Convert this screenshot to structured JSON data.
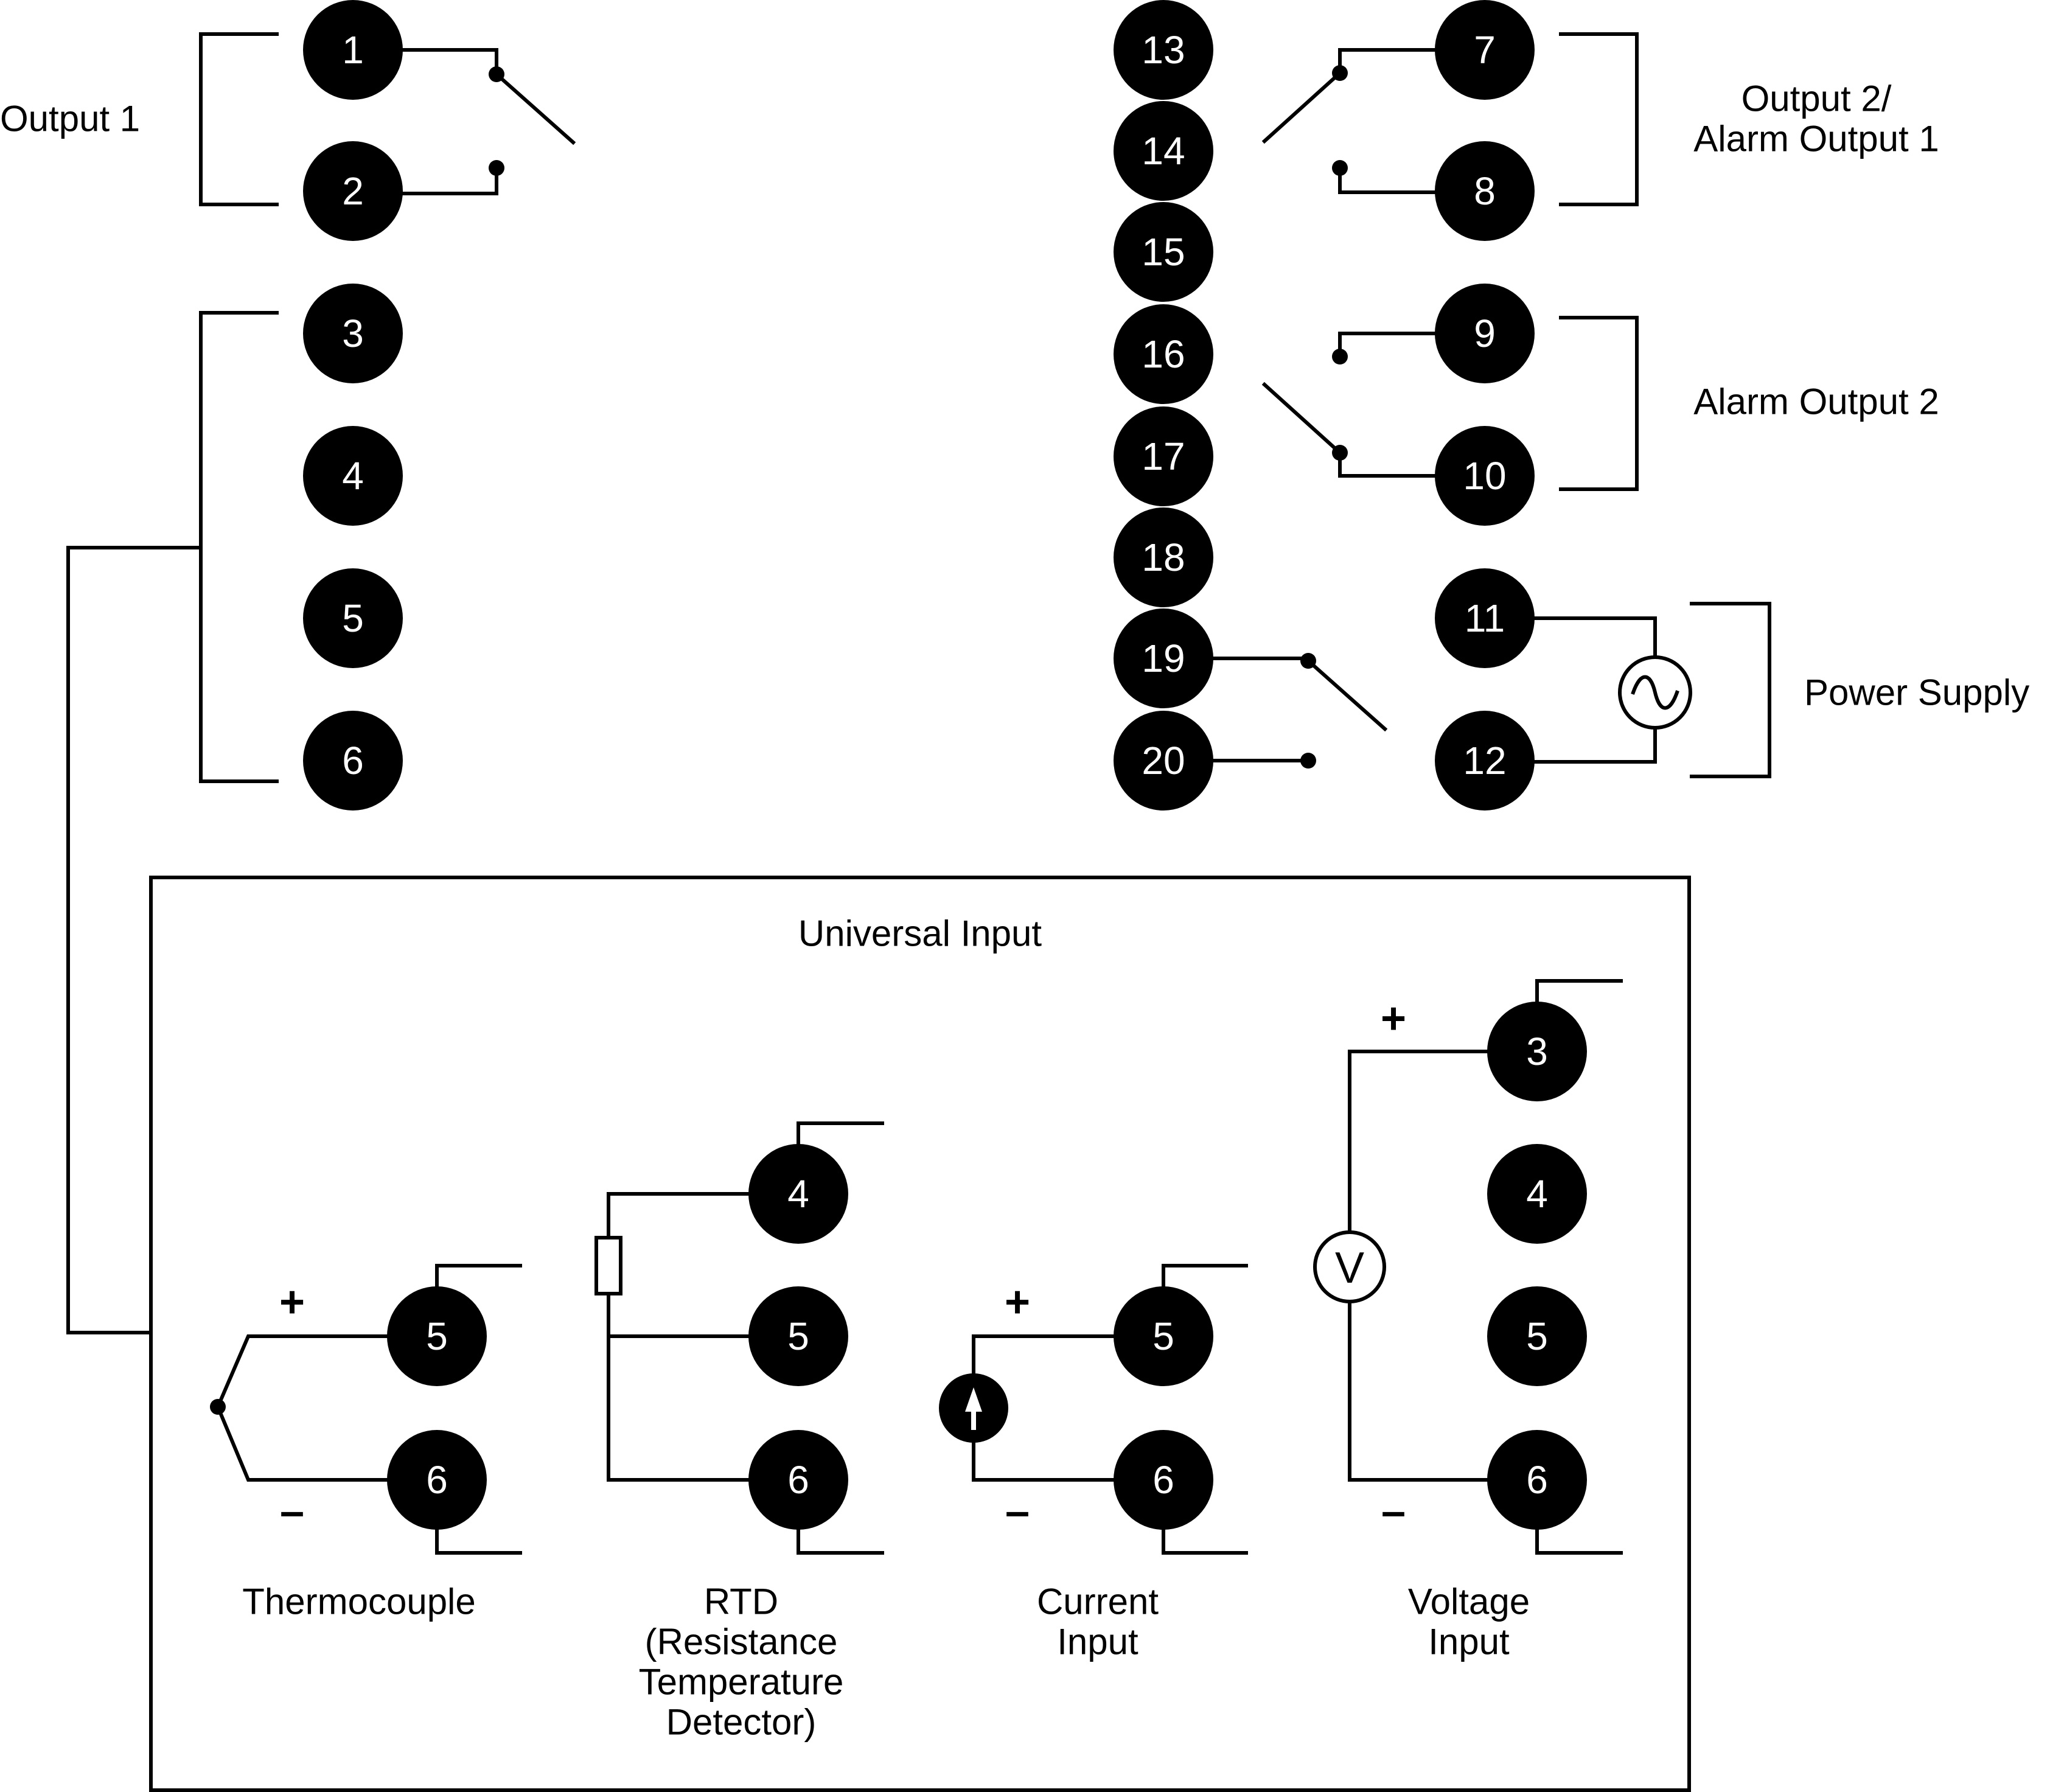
{
  "colors": {
    "ink": "#000000",
    "terminal_fill": "#000000",
    "terminal_text": "#ffffff",
    "background": "#ffffff"
  },
  "labels": {
    "output1": "Output 1",
    "output2_line1": "Output 2/",
    "output2_line2": "Alarm Output 1",
    "alarm2": "Alarm Output 2",
    "power": "Power Supply",
    "universal": "Universal Input",
    "thermocouple": "Thermocouple",
    "rtd_line1": "RTD",
    "rtd_line2": "(Resistance",
    "rtd_line3": "Temperature",
    "rtd_line4": "Detector)",
    "current_line1": "Current",
    "current_line2": "Input",
    "voltage_line1": "Voltage",
    "voltage_line2": "Input",
    "plus": "+",
    "minus": "–",
    "voltmeter": "V"
  },
  "terminals": {
    "t1": "1",
    "t2": "2",
    "t3": "3",
    "t4": "4",
    "t5": "5",
    "t6": "6",
    "t7": "7",
    "t8": "8",
    "t9": "9",
    "t10": "10",
    "t11": "11",
    "t12": "12",
    "t13": "13",
    "t14": "14",
    "t15": "15",
    "t16": "16",
    "t17": "17",
    "t18": "18",
    "t19": "19",
    "t20": "20",
    "tc5": "5",
    "tc6": "6",
    "rtd4": "4",
    "rtd5": "5",
    "rtd6": "6",
    "ci5": "5",
    "ci6": "6",
    "vi3": "3",
    "vi4": "4",
    "vi5": "5",
    "vi6": "6"
  },
  "icons": {
    "ac_source": "ac-sine-icon",
    "current_source": "current-source-arrow-icon",
    "voltmeter": "voltmeter-icon",
    "resistor": "resistor-icon",
    "switch": "relay-switch-icon"
  }
}
